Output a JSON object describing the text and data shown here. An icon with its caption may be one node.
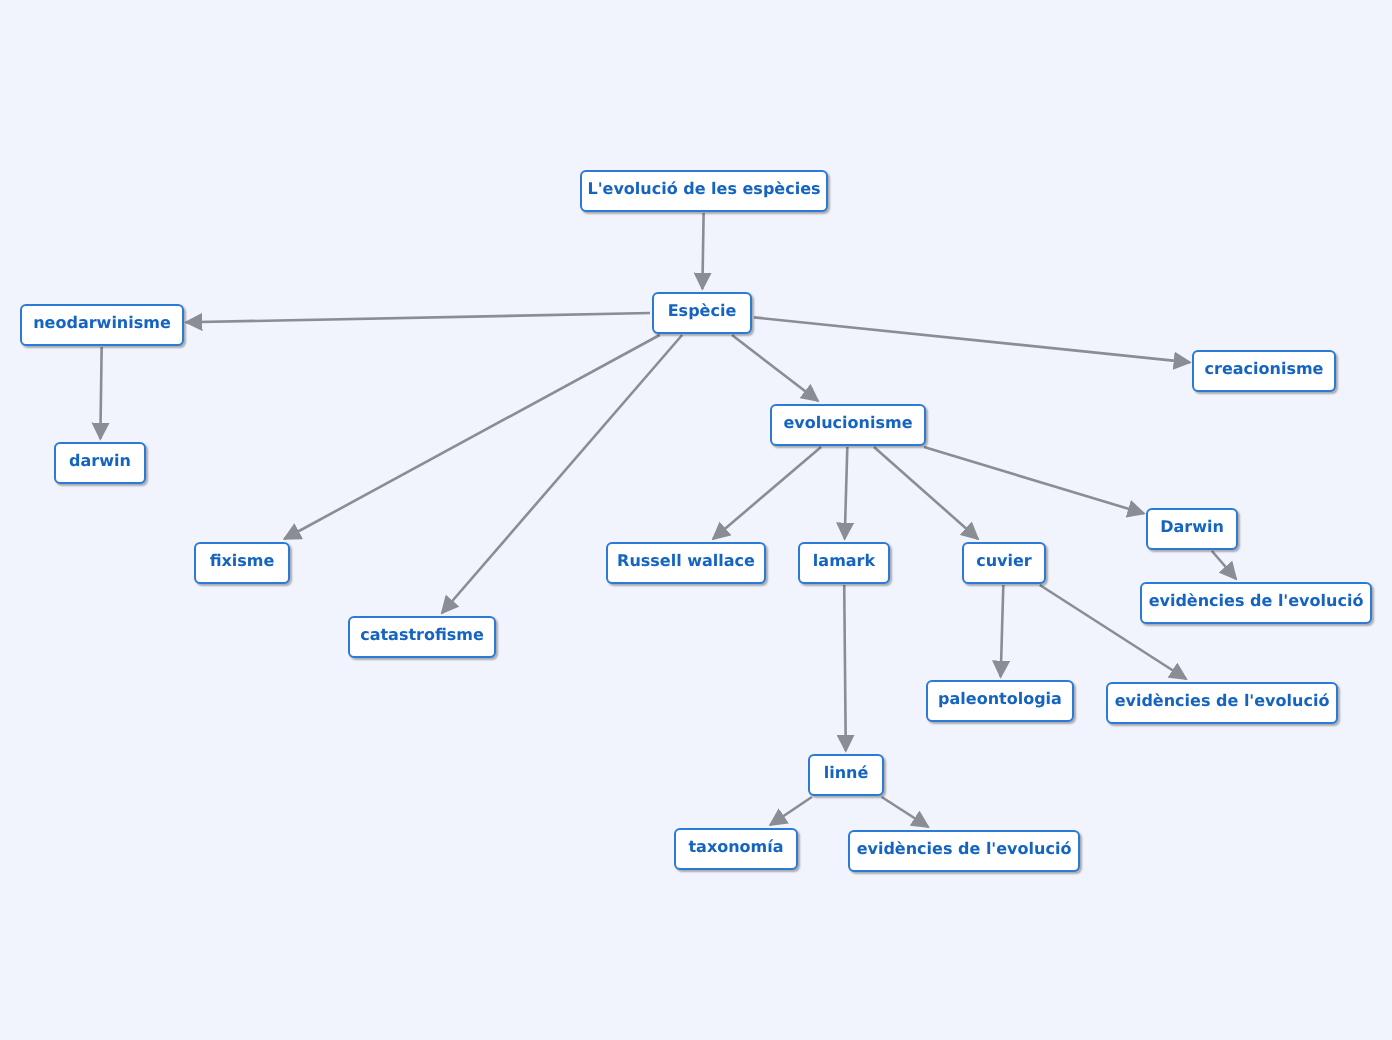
{
  "diagram": {
    "nodes": [
      {
        "text": [
          "L'evolució de les espècies"
        ]
      },
      {
        "text": [
          "Espècie"
        ]
      },
      {
        "text": [
          "neodarwinisme"
        ]
      },
      {
        "text": [
          "darwin"
        ]
      },
      {
        "text": [
          "creacionisme"
        ]
      },
      {
        "text": [
          "evolucionisme"
        ]
      },
      {
        "text": [
          "fixisme"
        ]
      },
      {
        "text": [
          "catastrofisme"
        ]
      },
      {
        "text": [
          "Russell wallace"
        ]
      },
      {
        "text": [
          "lamark"
        ]
      },
      {
        "text": [
          "cuvier"
        ]
      },
      {
        "text": [
          "Darwin"
        ]
      },
      {
        "text": [
          "evidències de l'evolució"
        ]
      },
      {
        "text": [
          "paleontologia"
        ]
      },
      {
        "text": [
          "evidències de l'evolució"
        ]
      },
      {
        "text": [
          "linné"
        ]
      },
      {
        "text": [
          "taxonomía"
        ]
      },
      {
        "text": [
          "evidències de l'evolució"
        ]
      }
    ],
    "edges": [
      {
        "from": 0,
        "to": 1,
        "arrow": "to"
      },
      {
        "from": 1,
        "to": 2,
        "arrow": "to"
      },
      {
        "from": 2,
        "to": 3,
        "arrow": "to"
      },
      {
        "from": 1,
        "to": 4,
        "arrow": "to"
      },
      {
        "from": 1,
        "to": 5,
        "arrow": "to"
      },
      {
        "from": 1,
        "to": 6,
        "arrow": "to"
      },
      {
        "from": 1,
        "to": 7,
        "arrow": "to"
      },
      {
        "from": 5,
        "to": 8,
        "arrow": "to"
      },
      {
        "from": 5,
        "to": 9,
        "arrow": "to"
      },
      {
        "from": 5,
        "to": 10,
        "arrow": "to"
      },
      {
        "from": 5,
        "to": 11,
        "arrow": "to"
      },
      {
        "from": 11,
        "to": 12,
        "arrow": "to"
      },
      {
        "from": 10,
        "to": 13,
        "arrow": "to"
      },
      {
        "from": 10,
        "to": 14,
        "arrow": "to"
      },
      {
        "from": 9,
        "to": 15,
        "arrow": "to"
      },
      {
        "from": 15,
        "to": 16,
        "arrow": "to"
      },
      {
        "from": 15,
        "to": 17,
        "arrow": "to"
      }
    ]
  }
}
